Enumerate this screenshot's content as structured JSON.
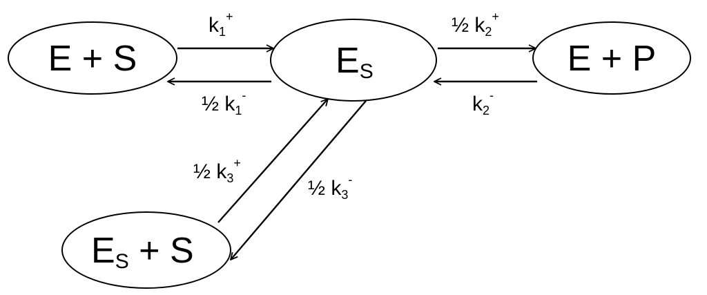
{
  "nodes": {
    "e_plus_s": {
      "label": "E + S"
    },
    "es": {
      "main": "E",
      "sub": "S"
    },
    "e_plus_p": {
      "label": "E + P"
    },
    "es_plus_s": {
      "main": "E",
      "sub": "S",
      "rest": " + S"
    }
  },
  "edges": {
    "k1_forward": {
      "prefix": "",
      "base": "k",
      "sub": "1",
      "sup": "+"
    },
    "k1_reverse": {
      "prefix": "½ ",
      "base": "k",
      "sub": "1",
      "sup": "-"
    },
    "k2_forward": {
      "prefix": "½ ",
      "base": "k",
      "sub": "2",
      "sup": "+"
    },
    "k2_reverse": {
      "prefix": "",
      "base": "k",
      "sub": "2",
      "sup": "-"
    },
    "k3_forward": {
      "prefix": "½ ",
      "base": "k",
      "sub": "3",
      "sup": "+"
    },
    "k3_reverse": {
      "prefix": "½ ",
      "base": "k",
      "sub": "3",
      "sup": "-"
    }
  }
}
